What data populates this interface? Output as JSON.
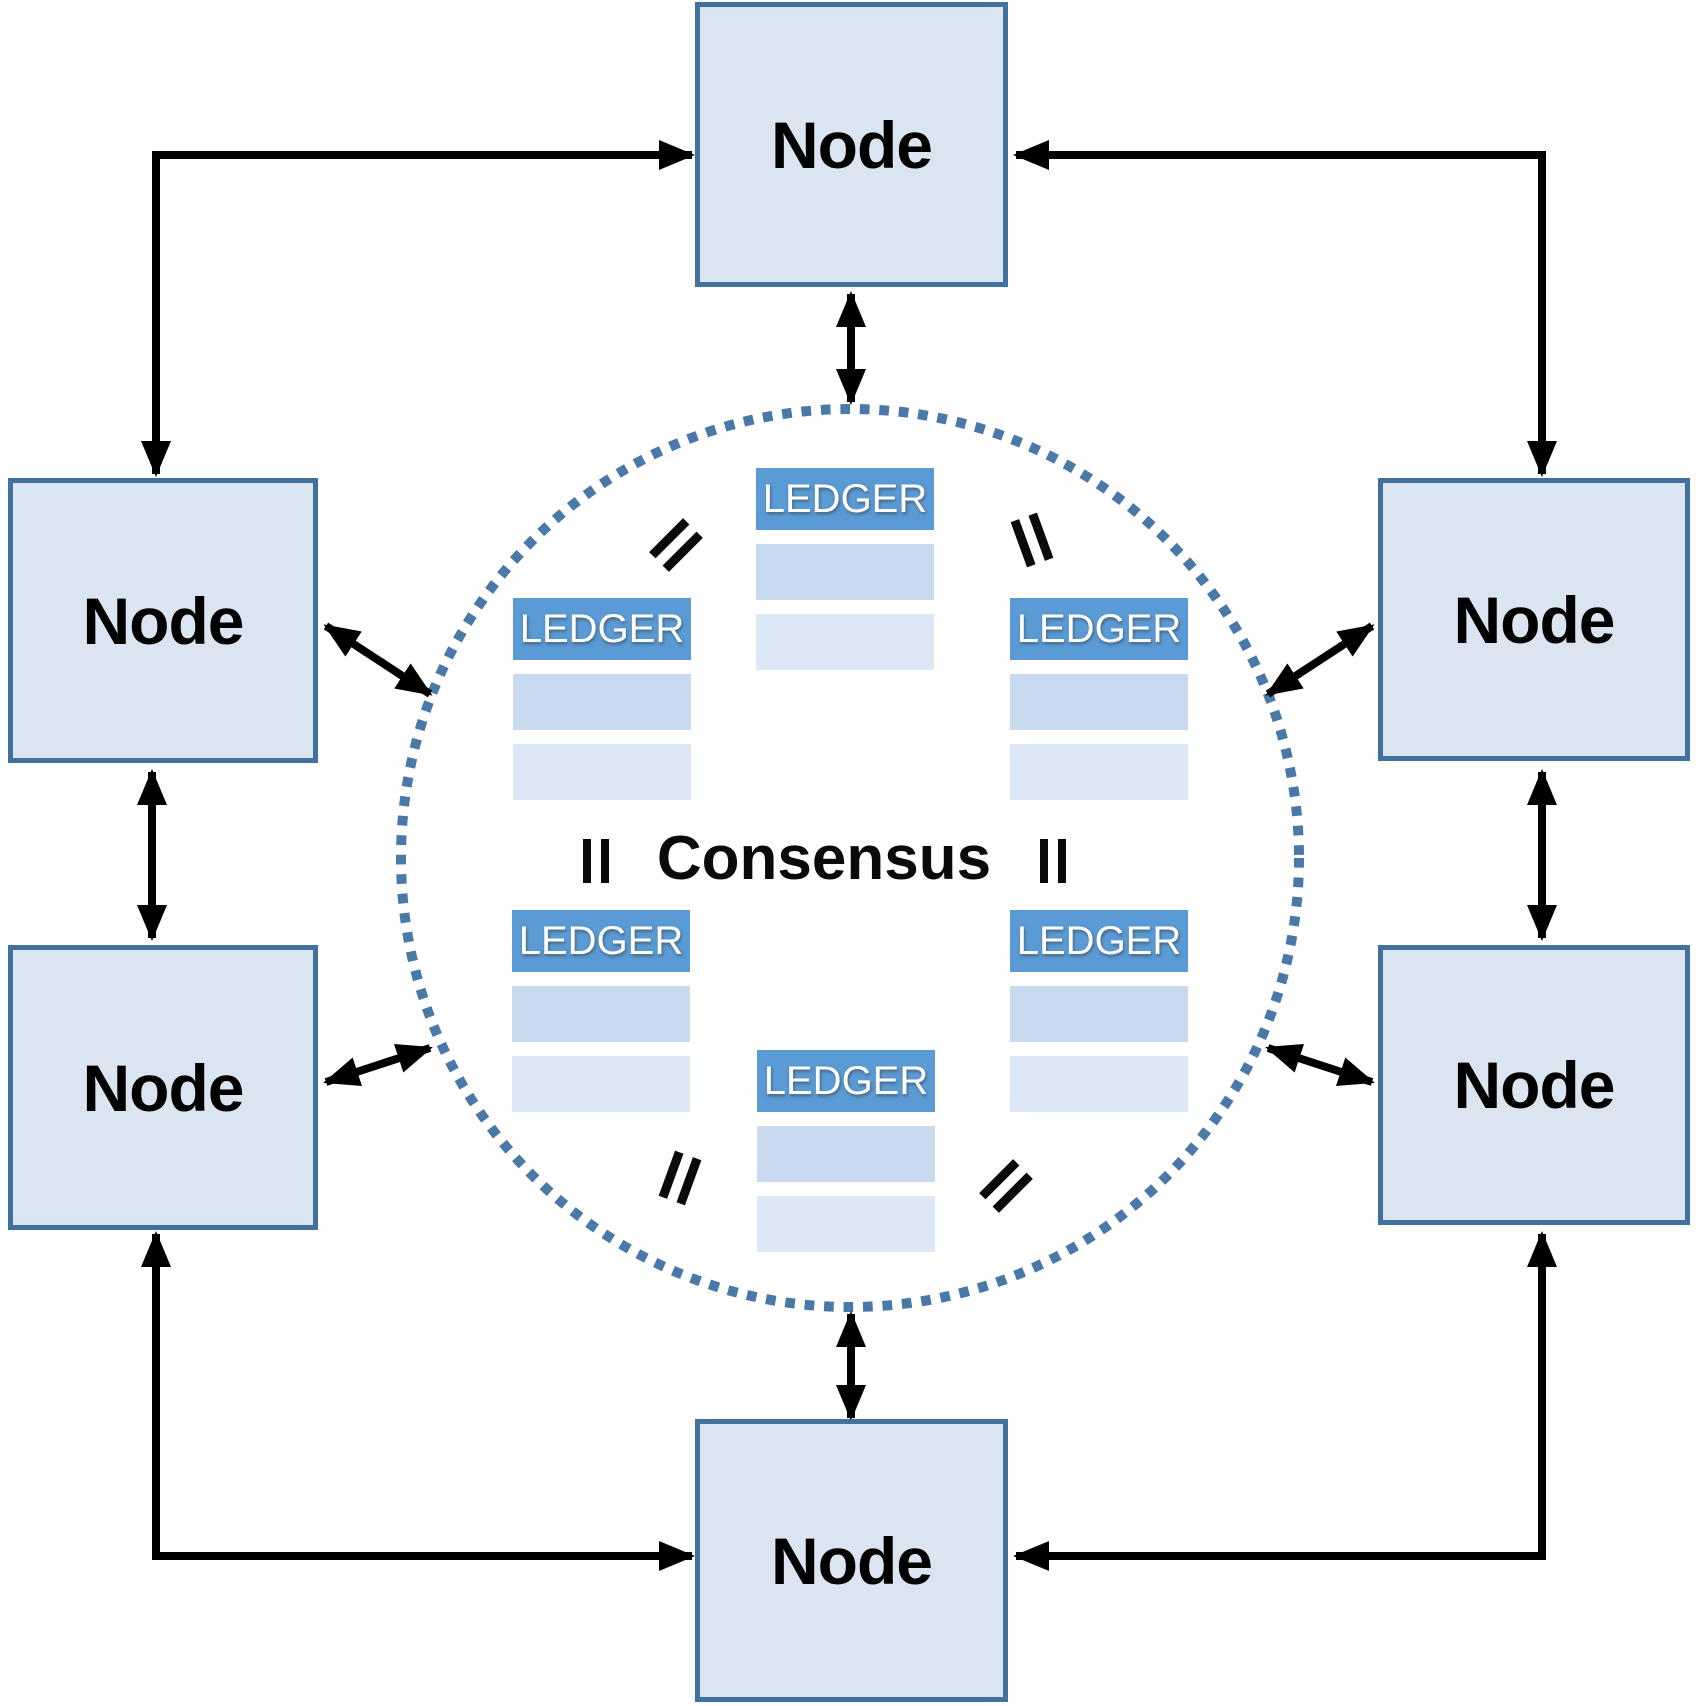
{
  "nodes": [
    {
      "id": "top",
      "label": "Node"
    },
    {
      "id": "left-upper",
      "label": "Node"
    },
    {
      "id": "right-upper",
      "label": "Node"
    },
    {
      "id": "left-lower",
      "label": "Node"
    },
    {
      "id": "right-lower",
      "label": "Node"
    },
    {
      "id": "bottom",
      "label": "Node"
    }
  ],
  "consensus_label": "Consensus",
  "ledgers": [
    {
      "id": "top-center",
      "label": "LEDGER"
    },
    {
      "id": "upper-left",
      "label": "LEDGER"
    },
    {
      "id": "upper-right",
      "label": "LEDGER"
    },
    {
      "id": "lower-left",
      "label": "LEDGER"
    },
    {
      "id": "lower-right",
      "label": "LEDGER"
    },
    {
      "id": "bottom-center",
      "label": "LEDGER"
    }
  ],
  "icons": {
    "equals_signs": [
      "top-left",
      "top-right",
      "middle-left",
      "middle-right",
      "bottom-left",
      "bottom-right"
    ],
    "arrows": "double-headed black connectors between all adjacent nodes and between nodes and the consensus circle"
  },
  "colors": {
    "node_fill": "#dbe5f1",
    "node_border": "#41719c",
    "ledger_header": "#5b9bd5",
    "ledger_row_mid": "#c9daee",
    "ledger_row_light": "#dce8f5",
    "circle_dots": "#4a79a9",
    "arrow": "#000000",
    "text": "#000000",
    "ledger_text": "#ffffff"
  }
}
